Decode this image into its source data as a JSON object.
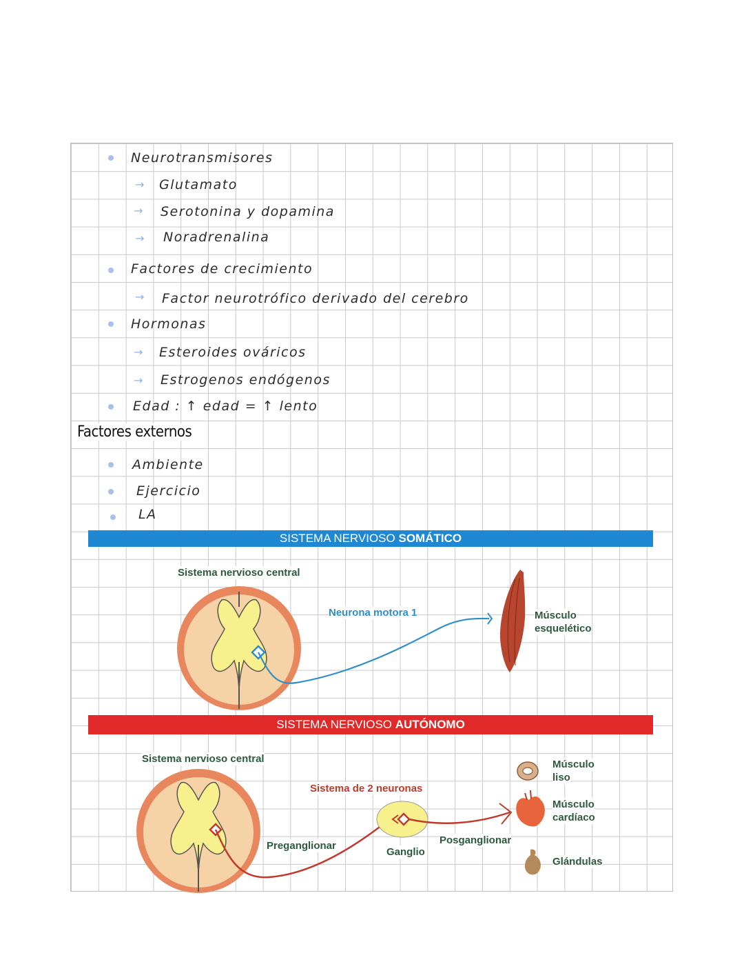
{
  "notes": {
    "items": [
      {
        "type": "bullet",
        "text": "Neurotransmisores"
      },
      {
        "type": "arrow",
        "text": "Glutamato"
      },
      {
        "type": "arrow",
        "text": "Serotonina  y  dopamina"
      },
      {
        "type": "arrow",
        "text": "Noradrenalina"
      },
      {
        "type": "bullet",
        "text": "Factores  de  crecimiento"
      },
      {
        "type": "arrow",
        "text": "Factor  neurotrófico  derivado  del  cerebro"
      },
      {
        "type": "bullet",
        "text": "Hormonas"
      },
      {
        "type": "arrow",
        "text": "Esteroides  ováricos"
      },
      {
        "type": "arrow",
        "text": "Estrogenos  endógenos"
      },
      {
        "type": "bullet",
        "text": "Edad :  ↑ edad = ↑ lento"
      }
    ],
    "heading": "Factores externos",
    "external": [
      "Ambiente",
      "Ejercicio",
      "LA"
    ]
  },
  "somatic": {
    "banner_prefix": "SISTEMA NERVIOSO ",
    "banner_bold": "SOMÁTICO",
    "banner_color": "#1e88d2",
    "cns_label": "Sistema nervioso central",
    "neuron_label": "Neurona motora 1",
    "target_label_1": "Músculo",
    "target_label_2": "esquelético"
  },
  "autonomic": {
    "banner_prefix": "SISTEMA NERVIOSO ",
    "banner_bold": "AUTÓNOMO",
    "banner_color": "#e02a2a",
    "cns_label": "Sistema nervioso central",
    "system_label": "Sistema de 2 neuronas",
    "pre_label": "Preganglionar",
    "ganglion_label": "Ganglio",
    "post_label": "Posganglionar",
    "smooth_1": "Músculo",
    "smooth_2": "liso",
    "cardiac_1": "Músculo",
    "cardiac_2": "cardíaco",
    "glands": "Glándulas"
  }
}
